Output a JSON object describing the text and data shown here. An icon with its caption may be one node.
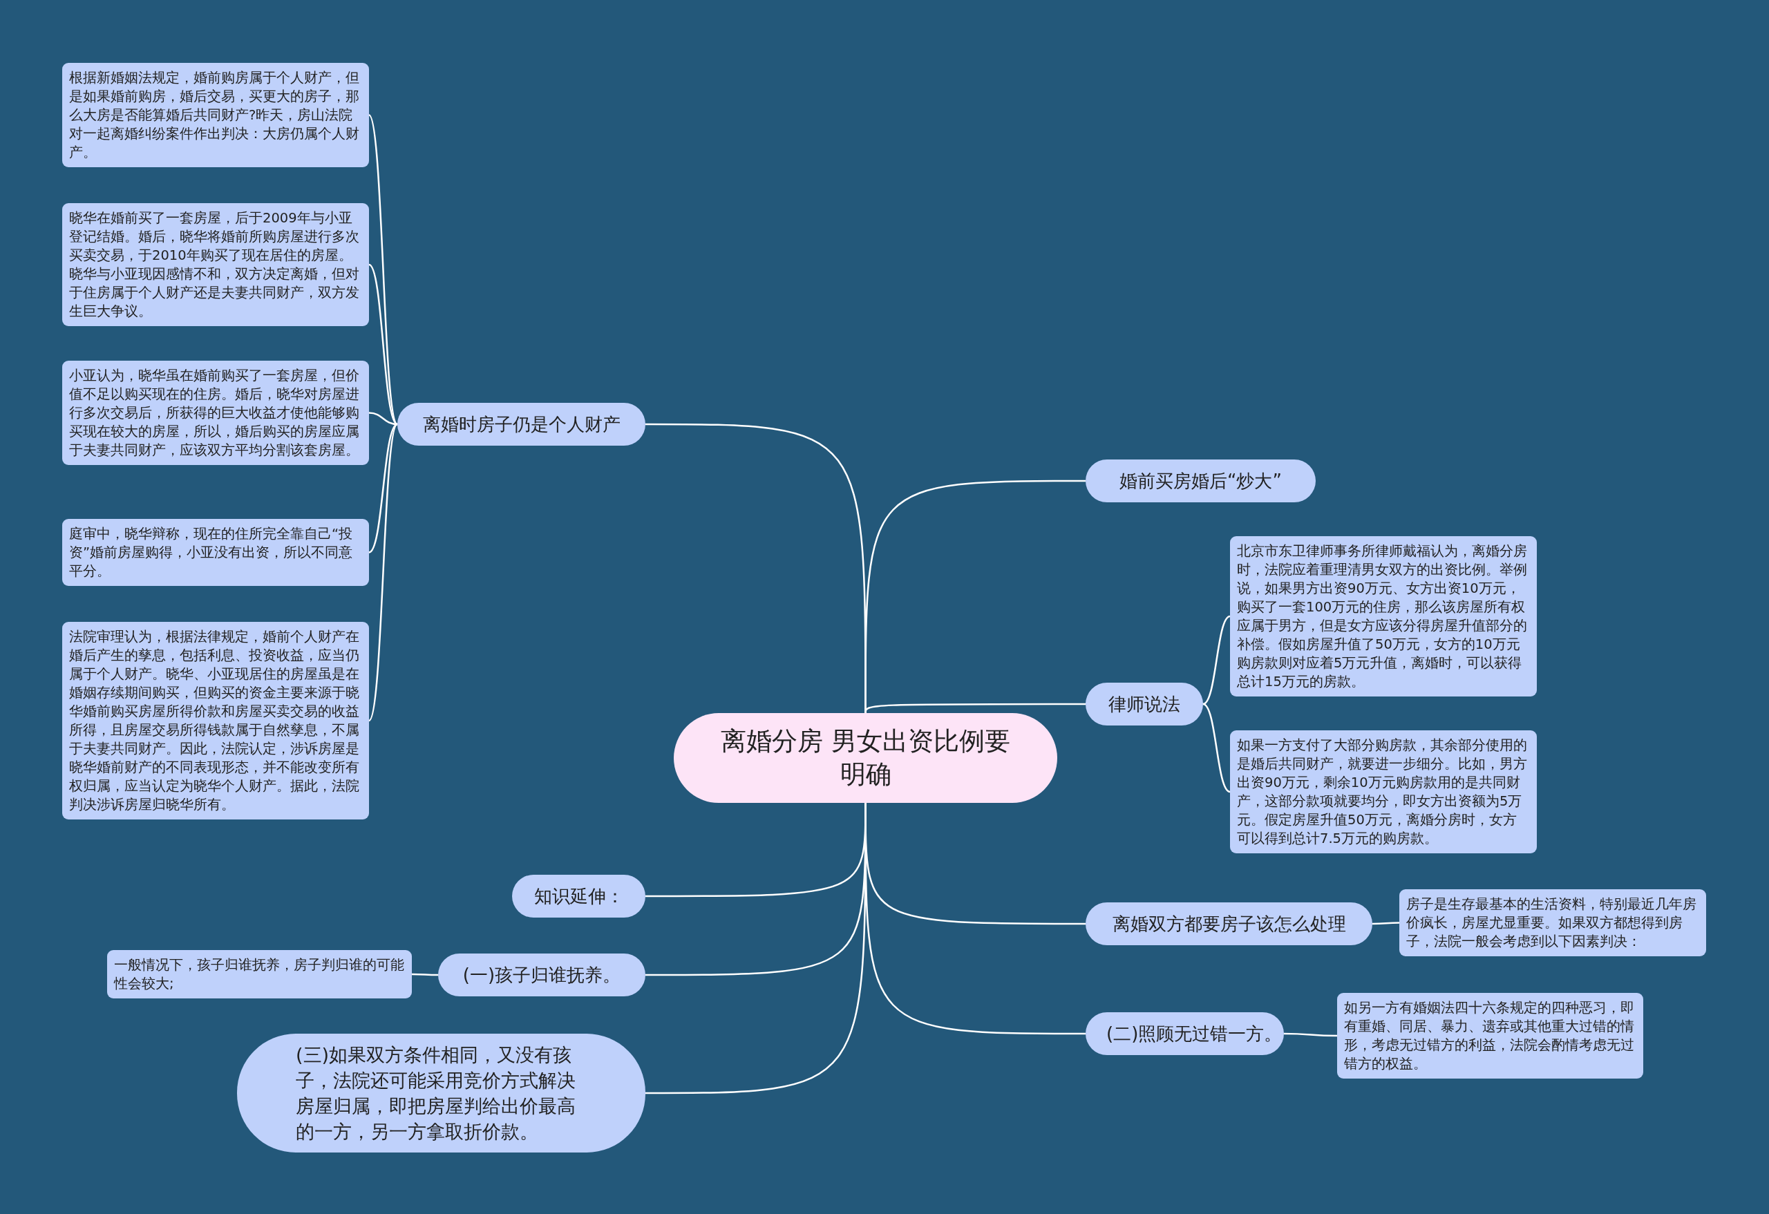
{
  "diagram": {
    "nodes": [
      {
        "text": [
          "离婚分房 男女出资比例要明确"
        ]
      },
      {
        "text": [
          "离婚时房子仍是个人财产"
        ]
      },
      {
        "text": [
          "根据新婚姻法规定，婚前购房属于个人财产，但是如果婚前购房，婚后交易，买更大的房子，那么大房是否能算婚后共同财产?昨天，房山法院对一起离婚纠纷案件作出判决：大房仍属个人财产。"
        ]
      },
      {
        "text": [
          "晓华在婚前买了一套房屋，后于2009年与小亚登记结婚。婚后，晓华将婚前所购房屋进行多次买卖交易，于2010年购买了现在居住的房屋。晓华与小亚现因感情不和，双方决定离婚，但对于住房属于个人财产还是夫妻共同财产，双方发生巨大争议。"
        ]
      },
      {
        "text": [
          "小亚认为，晓华虽在婚前购买了一套房屋，但价值不足以购买现在的住房。婚后，晓华对房屋进行多次交易后，所获得的巨大收益才使他能够购买现在较大的房屋，所以，婚后购买的房屋应属于夫妻共同财产，应该双方平均分割该套房屋。"
        ]
      },
      {
        "text": [
          "庭审中，晓华辩称，现在的住所完全靠自己“投资”婚前房屋购得，小亚没有出资，所以不同意平分。"
        ]
      },
      {
        "text": [
          "法院审理认为，根据法律规定，婚前个人财产在婚后产生的孳息，包括利息、投资收益，应当仍属于个人财产。晓华、小亚现居住的房屋虽是在婚姻存续期间购买，但购买的资金主要来源于晓华婚前购买房屋所得价款和房屋买卖交易的收益所得，且房屋交易所得钱款属于自然孳息，不属于夫妻共同财产。因此，法院认定，涉诉房屋是晓华婚前财产的不同表现形态，并不能改变所有权归属，应当认定为晓华个人财产。据此，法院判决涉诉房屋归晓华所有。"
        ]
      },
      {
        "text": [
          "婚前买房婚后“炒大”"
        ]
      },
      {
        "text": [
          "律师说法"
        ]
      },
      {
        "text": [
          "北京市东卫律师事务所律师戴福认为，离婚分房时，法院应着重理清男女双方的出资比例。举例说，如果男方出资90万元、女方出资10万元，购买了一套100万元的住房，那么该房屋所有权应属于男方，但是女方应该分得房屋升值部分的补偿。假如房屋升值了50万元，女方的10万元购房款则对应着5万元升值，离婚时，可以获得总计15万元的房款。"
        ]
      },
      {
        "text": [
          "如果一方支付了大部分购房款，其余部分使用的是婚后共同财产，就要进一步细分。比如，男方出资90万元，剩余10万元购房款用的是共同财产，这部分款项就要均分，即女方出资额为5万元。假定房屋升值50万元，离婚分房时，女方可以得到总计7.5万元的购房款。"
        ]
      },
      {
        "text": [
          "离婚双方都要房子该怎么处理"
        ]
      },
      {
        "text": [
          "房子是生存最基本的生活资料，特别最近几年房价疯长，房屋尤显重要。如果双方都想得到房子，法院一般会考虑到以下因素判决："
        ]
      },
      {
        "text": [
          "(二)照顾无过错一方。"
        ]
      },
      {
        "text": [
          "如另一方有婚姻法四十六条规定的四种恶习，即有重婚、同居、暴力、遗弃或其他重大过错的情形，考虑无过错方的利益，法院会酌情考虑无过错方的权益。"
        ]
      },
      {
        "text": [
          "知识延伸："
        ]
      },
      {
        "text": [
          "(一)孩子归谁抚养。"
        ]
      },
      {
        "text": [
          "一般情况下，孩子归谁抚养，房子判归谁的可能性会较大;"
        ]
      },
      {
        "text": [
          "(三)如果双方条件相同，又没有孩子，法院还可能采用竞价方式解决房屋归属，即把房屋判给出价最高的一方，另一方拿取折价款。"
        ]
      }
    ],
    "edges": [
      {
        "from": 0,
        "to": 1,
        "arrow": "none"
      },
      {
        "from": 1,
        "to": 2,
        "arrow": "none"
      },
      {
        "from": 1,
        "to": 3,
        "arrow": "none"
      },
      {
        "from": 1,
        "to": 4,
        "arrow": "none"
      },
      {
        "from": 1,
        "to": 5,
        "arrow": "none"
      },
      {
        "from": 1,
        "to": 6,
        "arrow": "none"
      },
      {
        "from": 0,
        "to": 7,
        "arrow": "none"
      },
      {
        "from": 0,
        "to": 8,
        "arrow": "none"
      },
      {
        "from": 8,
        "to": 9,
        "arrow": "none"
      },
      {
        "from": 8,
        "to": 10,
        "arrow": "none"
      },
      {
        "from": 0,
        "to": 11,
        "arrow": "none"
      },
      {
        "from": 11,
        "to": 12,
        "arrow": "none"
      },
      {
        "from": 0,
        "to": 13,
        "arrow": "none"
      },
      {
        "from": 13,
        "to": 14,
        "arrow": "none"
      },
      {
        "from": 0,
        "to": 15,
        "arrow": "none"
      },
      {
        "from": 0,
        "to": 16,
        "arrow": "none"
      },
      {
        "from": 16,
        "to": 17,
        "arrow": "none"
      },
      {
        "from": 0,
        "to": 18,
        "arrow": "none"
      }
    ]
  }
}
